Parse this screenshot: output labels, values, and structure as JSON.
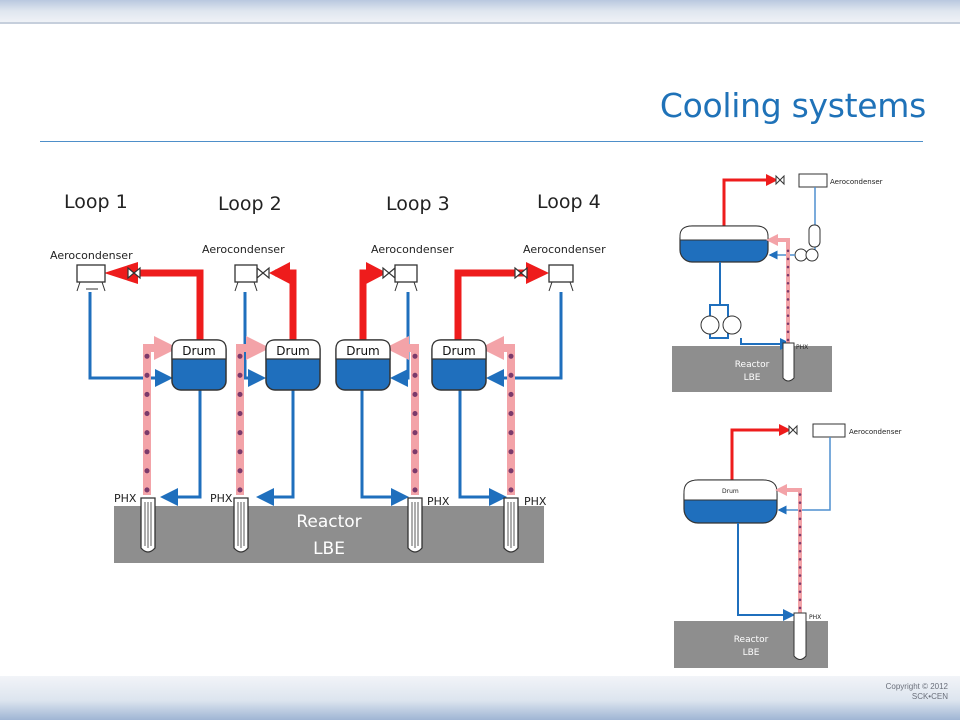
{
  "slide": {
    "title": "Cooling systems",
    "copyright_line1": "Copyright © 2012",
    "copyright_line2": "SCK•CEN"
  },
  "main_diagram": {
    "loops": [
      {
        "label": "Loop 1",
        "aerocondenser": "Aerocondenser",
        "drum": "Drum",
        "phx": "PHX"
      },
      {
        "label": "Loop 2",
        "aerocondenser": "Aerocondenser",
        "drum": "Drum",
        "phx": "PHX"
      },
      {
        "label": "Loop 3",
        "aerocondenser": "Aerocondenser",
        "drum": "Drum",
        "phx": "PHX"
      },
      {
        "label": "Loop 4",
        "aerocondenser": "Aerocondenser",
        "drum": "Drum",
        "phx": "PHX"
      }
    ],
    "reactor_line1": "Reactor",
    "reactor_line2": "LBE"
  },
  "top_right_diagram": {
    "aerocondenser": "Aerocondenser",
    "phx": "PHX",
    "reactor_line1": "Reactor",
    "reactor_line2": "LBE"
  },
  "bottom_right_diagram": {
    "aerocondenser": "Aerocondenser",
    "drum": "Drum",
    "phx": "PHX",
    "reactor_line1": "Reactor",
    "reactor_line2": "LBE"
  },
  "colors": {
    "steam": "#ee1c1c",
    "water": "#1f6fbd",
    "lbe_flow": "#f3a3a8",
    "lbe_dots": "#7b3a6b",
    "reactor": "#8e8e8e"
  }
}
